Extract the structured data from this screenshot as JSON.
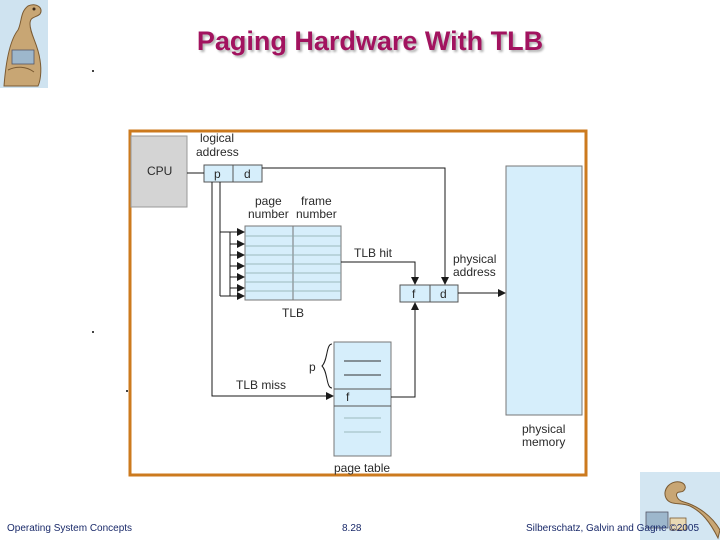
{
  "slide": {
    "title": "Paging Hardware With TLB",
    "footer_left": "Operating System Concepts",
    "footer_center": "8.28",
    "footer_right": "Silberschatz, Galvin and Gagne ©2005"
  },
  "diagram": {
    "cpu_label": "CPU",
    "logical_address_line1": "logical",
    "logical_address_line2": "address",
    "p_label": "p",
    "d_label": "d",
    "page_number_line1": "page",
    "page_number_line2": "number",
    "frame_number_line1": "frame",
    "frame_number_line2": "number",
    "tlb_hit_label": "TLB hit",
    "tlb_label": "TLB",
    "physical_address_line1": "physical",
    "physical_address_line2": "address",
    "f_label": "f",
    "d2_label": "d",
    "page_table_p_label": "p",
    "tlb_miss_label": "TLB miss",
    "page_table_f_label": "f",
    "page_table_label": "page table",
    "physical_memory_line1": "physical",
    "physical_memory_line2": "memory"
  },
  "colors": {
    "title": "#a2135f",
    "frame_border": "#cc7a1e",
    "box_blue": "#d6eefb",
    "cpu_gray": "#d4d4d4"
  }
}
